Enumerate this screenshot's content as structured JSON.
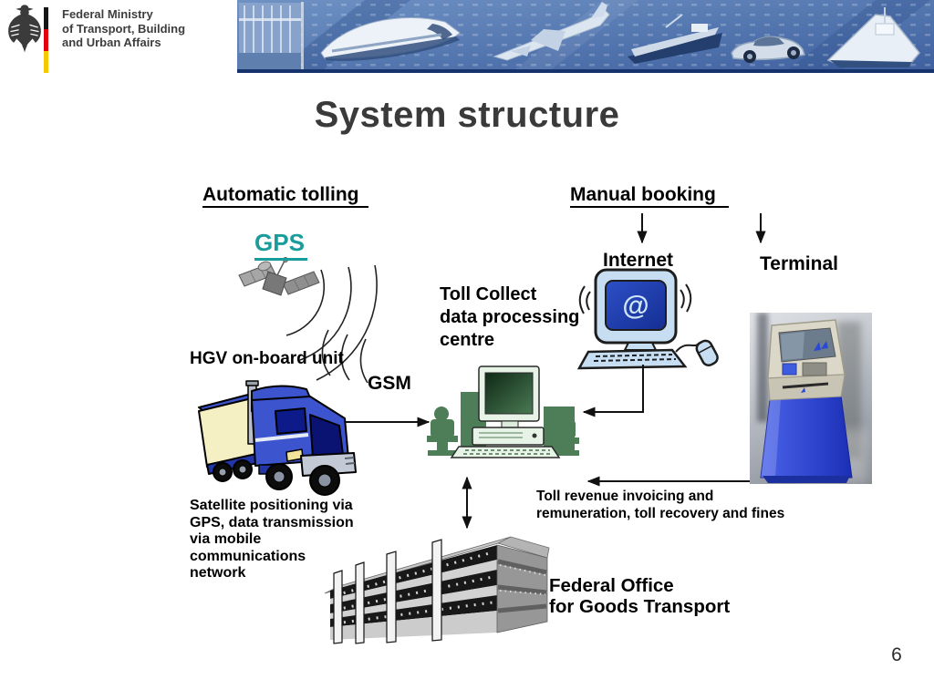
{
  "slide": {
    "title": "System structure",
    "page_number": "6"
  },
  "header": {
    "ministry_name": "Federal Ministry\nof Transport, Building\nand Urban Affairs",
    "flag_colors": {
      "black": "#161616",
      "red": "#e1000f",
      "gold": "#f5c800"
    },
    "banner_content": "ministry building, high-speed train, airplane, cargo barge, car, ship",
    "banner_color": "#4a6ca3"
  },
  "diagram": {
    "automatic_tolling_label": "Automatic tolling",
    "manual_booking_label": "Manual booking",
    "gps_label": "GPS",
    "hgv_label": "HGV on-board unit",
    "gsm_label": "GSM",
    "toll_collect_label": "Toll Collect\ndata processing\ncentre",
    "internet_label": "Internet",
    "terminal_label": "Terminal",
    "satellite_note": "Satellite positioning via\nGPS, data transmission\nvia mobile\ncommunications\nnetwork",
    "toll_revenue_note": "Toll revenue invoicing and\nremuneration, toll recovery and fines",
    "federal_office_label": "Federal Office\nfor Goods Transport",
    "colors": {
      "gps_teal": "#1a9c9c",
      "truck_blue": "#3c55cf",
      "kiosk_blue": "#2742d2",
      "computer_green": "#4e7e57"
    }
  }
}
